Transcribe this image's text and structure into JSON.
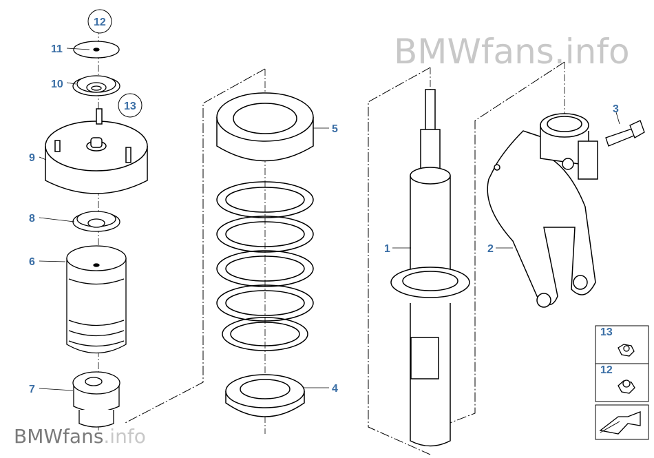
{
  "watermark": {
    "top": "BMWfans.info",
    "bottom_brand": "BMWfans",
    "bottom_suffix": ".info"
  },
  "callouts": {
    "c1": "1",
    "c2": "2",
    "c3": "3",
    "c4": "4",
    "c5": "5",
    "c6": "6",
    "c7": "7",
    "c8": "8",
    "c9": "9",
    "c10": "10",
    "c11": "11",
    "c12": "12",
    "c13": "13",
    "legend_13": "13",
    "legend_12": "12"
  },
  "colors": {
    "callout": "#3a6ea5",
    "line": "#000000",
    "watermark": "#c8c8c8"
  },
  "icons": [
    "nut-icon",
    "arrow-icon"
  ]
}
